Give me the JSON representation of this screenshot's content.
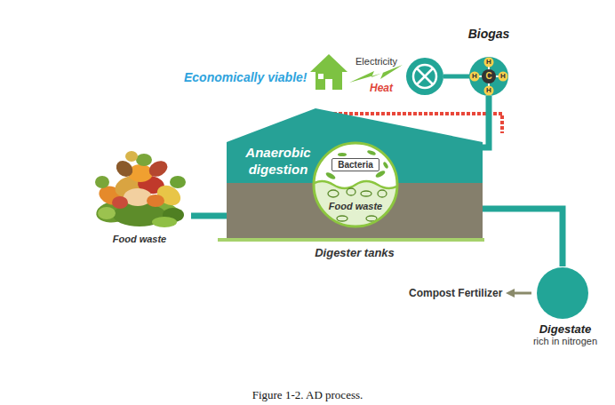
{
  "diagram": {
    "caption": "Figure 1-2. AD process.",
    "nodes": [
      {
        "text": [
          "Food waste"
        ]
      },
      {
        "text": [
          "Anaerobic digestion",
          "Digester tanks"
        ]
      },
      {
        "text": [
          "Bacteria",
          "Food waste"
        ],
        "in": 1
      },
      {
        "text": [
          "Biogas",
          "H",
          "H",
          "C",
          "H",
          "H"
        ]
      },
      {
        "text": [
          "Digestate",
          "rich in nitrogen"
        ]
      }
    ],
    "edges": [
      {
        "from": 0,
        "to": 1,
        "arrow": "none"
      },
      {
        "from": 1,
        "to": 3,
        "arrow": "none"
      },
      {
        "from": 1,
        "to": 4,
        "arrow": "none"
      }
    ],
    "labels": [
      "Economically viable!",
      "Electricity",
      "Heat",
      "Compost Fertilizer"
    ]
  }
}
